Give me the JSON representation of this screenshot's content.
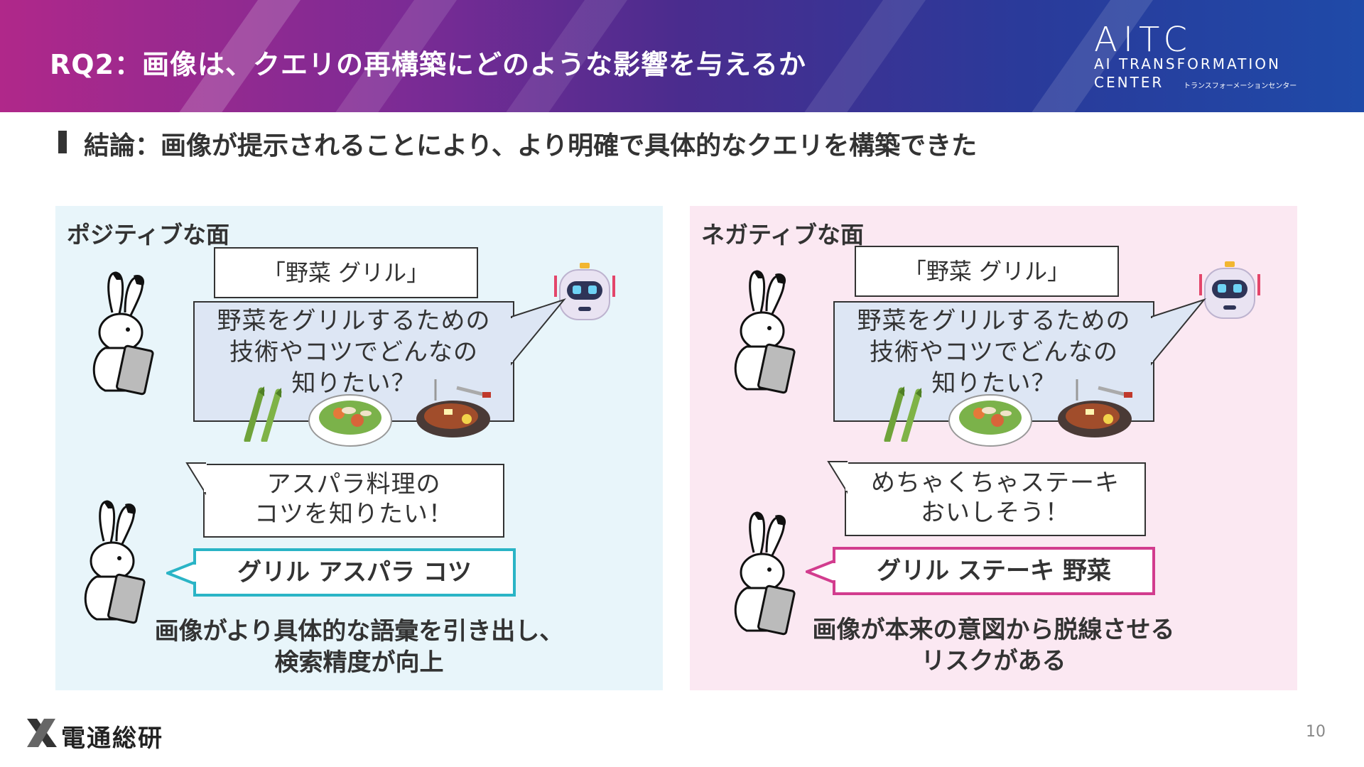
{
  "header": {
    "title": "RQ2：画像は、クエリの再構築にどのような影響を与えるか",
    "logo_main": "AITC",
    "logo_sub1": "AI TRANSFORMATION",
    "logo_sub2": "CENTER",
    "logo_sub3": "トランスフォーメーションセンター"
  },
  "conclusion": "結論：画像が提示されることにより、より明確で具体的なクエリを構築できた",
  "positive": {
    "title": "ポジティブな面",
    "query": "「野菜 グリル」",
    "bot_line1": "野菜をグリルするための",
    "bot_line2": "技術やコツでどんなの",
    "bot_line3": "知りたい？",
    "user_line1": "アスパラ料理の",
    "user_line2": "コツを知りたい！",
    "result": "グリル アスパラ コツ",
    "caption_line1": "画像がより具体的な語彙を引き出し、",
    "caption_line2": "検索精度が向上"
  },
  "negative": {
    "title": "ネガティブな面",
    "query": "「野菜 グリル」",
    "bot_line1": "野菜をグリルするための",
    "bot_line2": "技術やコツでどんなの",
    "bot_line3": "知りたい？",
    "user_line1": "めちゃくちゃステーキ",
    "user_line2": "おいしそう！",
    "result": "グリル ステーキ 野菜",
    "caption_line1": "画像が本来の意図から脱線させる",
    "caption_line2": "リスクがある"
  },
  "footer": {
    "brand": "電通総研",
    "page_number": "10"
  },
  "colors": {
    "positive_bg": "#e8f5fa",
    "negative_bg": "#fbe8f2",
    "positive_accent": "#2ab4c6",
    "negative_accent": "#d23c8e"
  }
}
